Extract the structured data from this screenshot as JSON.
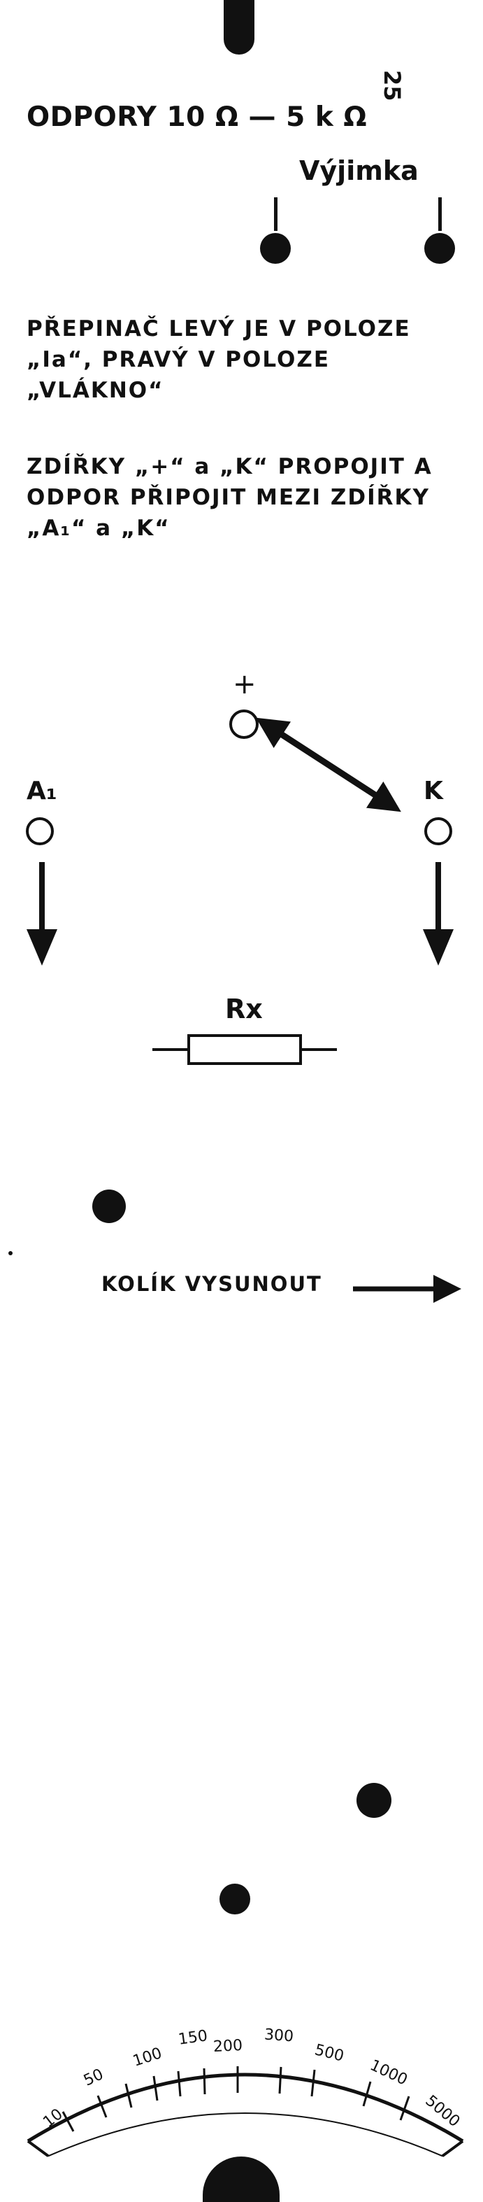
{
  "page_number": "25",
  "title": "ODPORY 10 Ω — 5 k Ω",
  "exception_label": "Výjimka",
  "instructions": [
    "PŘEPINAČ LEVÝ JE V POLOZE „Ia“, PRAVÝ V POLOZE „VLÁKNO“",
    "ZDÍŘKY „+“ a „K“ PROPOJIT A ODPOR PŘIPOJIT MEZI ZDÍŘKY „A₁“ a „K“"
  ],
  "terminals": {
    "plus": "+",
    "a1": "A₁",
    "k": "K"
  },
  "resistor_label": "Rx",
  "pin_instruction": "KOLÍK VYSUNOUT",
  "scale_labels": [
    "10",
    "50",
    "100",
    "150",
    "200",
    "300",
    "500",
    "1000",
    "5000"
  ]
}
